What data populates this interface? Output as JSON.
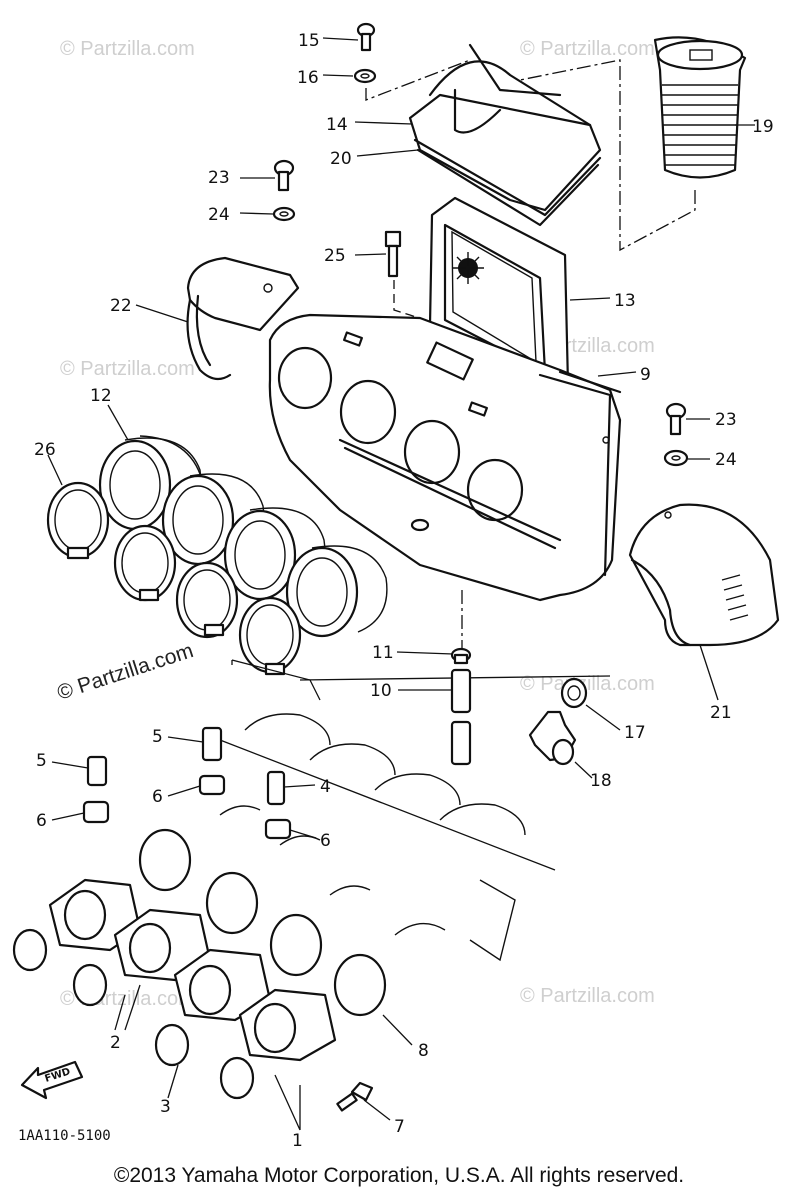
{
  "diagram": {
    "diagram_code": "1AA110-5100",
    "direction_label": "FWD",
    "watermark_brand": "© Partzilla.com",
    "copyright": "©2013 Yamaha Motor Corporation, U.S.A. All rights reserved.",
    "callouts": {
      "p1": "1",
      "p2": "2",
      "p3": "3",
      "p4": "4",
      "p5a": "5",
      "p5b": "5",
      "p6a": "6",
      "p6b": "6",
      "p6c": "6",
      "p7": "7",
      "p8": "8",
      "p9": "9",
      "p10": "10",
      "p11": "11",
      "p12": "12",
      "p13": "13",
      "p14": "14",
      "p15": "15",
      "p16": "16",
      "p17": "17",
      "p18": "18",
      "p19": "19",
      "p20": "20",
      "p21": "21",
      "p22": "22",
      "p23a": "23",
      "p23b": "23",
      "p24a": "24",
      "p24b": "24",
      "p25": "25",
      "p26": "26"
    }
  }
}
